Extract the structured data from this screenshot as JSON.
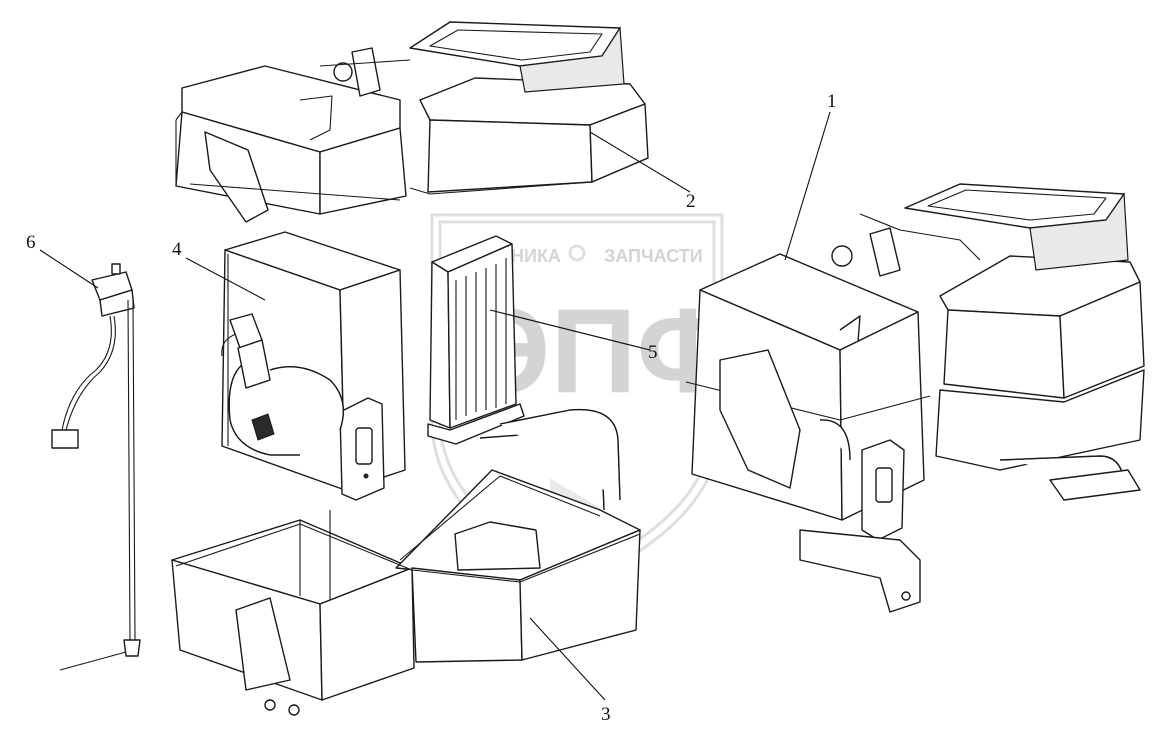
{
  "watermark": {
    "top_left": "ТЕХНИКА",
    "top_right": "ЗАПЧАСТИ",
    "logo": "ЭПФ"
  },
  "callouts": [
    {
      "id": "1",
      "label": "1"
    },
    {
      "id": "2",
      "label": "2"
    },
    {
      "id": "3",
      "label": "3"
    },
    {
      "id": "4",
      "label": "4"
    },
    {
      "id": "5",
      "label": "5"
    },
    {
      "id": "6",
      "label": "6"
    }
  ],
  "colors": {
    "line": "#1a1a1a",
    "watermark": "#c9c9c9"
  }
}
